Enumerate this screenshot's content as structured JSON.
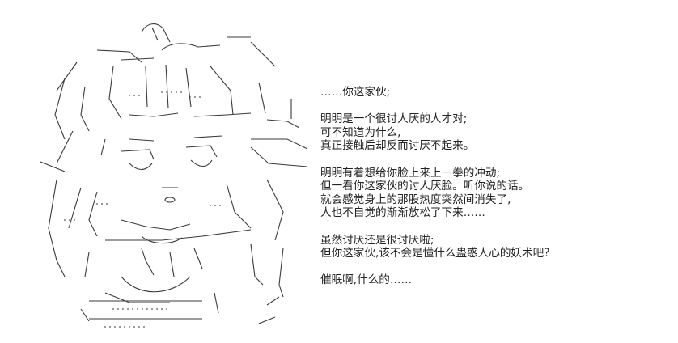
{
  "dialogue": {
    "paragraph1": [
      "……你这家伙;"
    ],
    "paragraph2": [
      "明明是一个很讨人厌的人才对;",
      "可不知道为什么,",
      "真正接触后却反而讨厌不起来。"
    ],
    "paragraph3": [
      "明明有着想给你脸上来上一拳的冲动;",
      "但一看你这家伙的讨人厌脸。听你说的话。",
      "就会感觉身上的那股热度突然间消失了,",
      "人也不自觉的渐渐放松了下来……"
    ],
    "paragraph4": [
      "虽然讨厌还是很讨厌啦;",
      "但你这家伙,该不会是懂什么蛊惑人心的妖术吧？"
    ],
    "paragraph5": [
      "催眠啊,什么的……"
    ]
  },
  "art": {
    "description_icon": "ascii-art-character-icon",
    "stroke_color": "#3a3a3a"
  }
}
